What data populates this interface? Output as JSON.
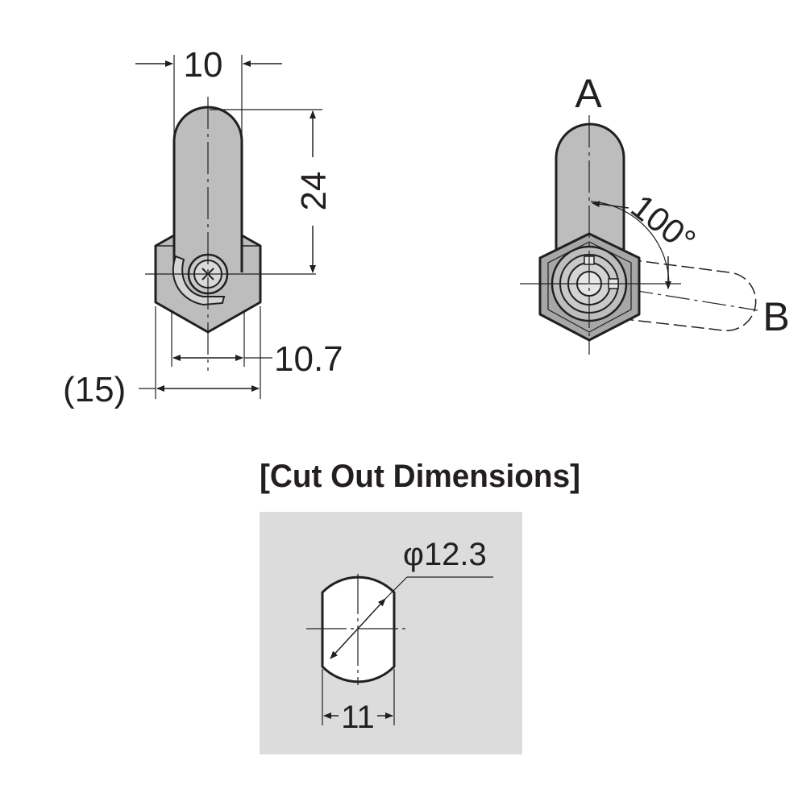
{
  "front_view": {
    "dim_width": "10",
    "dim_height": "24",
    "dim_body_width": "10.7",
    "dim_overall_width": "(15)"
  },
  "rotation_view": {
    "position_a": "A",
    "position_b": "B",
    "rotation_angle": "100°"
  },
  "cutout": {
    "title": "[Cut Out Dimensions]",
    "diameter": "φ12.3",
    "flat_width": "11"
  },
  "colors": {
    "part_fill": "#bdbdbd",
    "part_fill_dark": "#a7a7a7",
    "line": "#231f20",
    "cutout_background": "#dcdcdc",
    "hole_fill": "#ffffff"
  }
}
